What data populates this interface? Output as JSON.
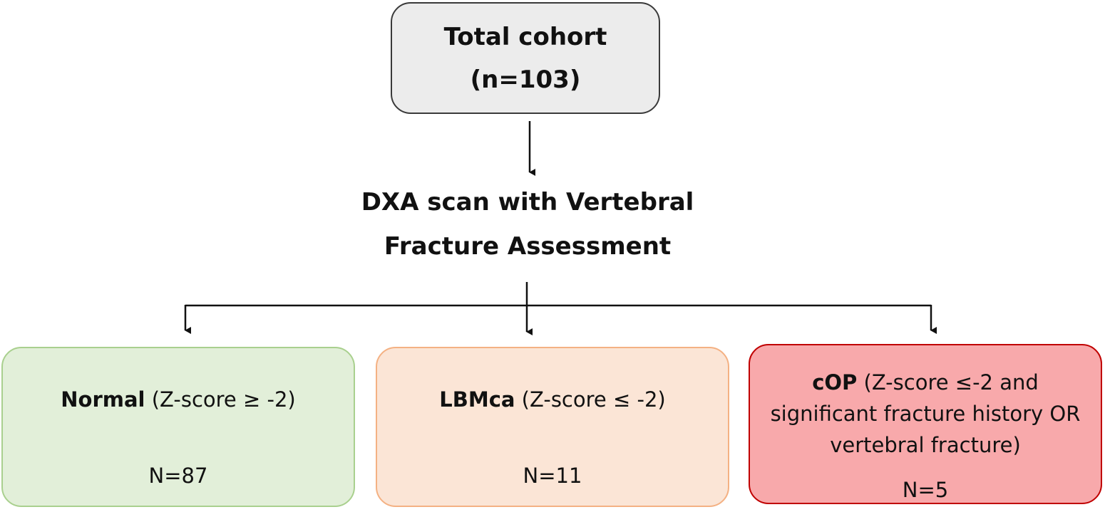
{
  "top_box": {
    "line1": "Total cohort",
    "line2": "(n=103)"
  },
  "middle": {
    "line1": "DXA scan with Vertebral",
    "line2": "Fracture Assessment"
  },
  "groups": [
    {
      "title": "Normal",
      "criteria": " (Z-score ≥ -2)",
      "count": "N=87",
      "fill": "#e2efd9",
      "border": "#a9d08e"
    },
    {
      "title": "LBMca",
      "criteria": " (Z-score ≤ -2)",
      "count": "N=11",
      "fill": "#fbe5d6",
      "border": "#f4b183"
    },
    {
      "title": "cOP",
      "criteria": " (Z-score ≤-2 and",
      "criteria_line2": "significant fracture history OR",
      "criteria_line3": "vertebral fracture)",
      "count": "N=5",
      "fill": "#f8a9ab",
      "border": "#c00000"
    }
  ]
}
